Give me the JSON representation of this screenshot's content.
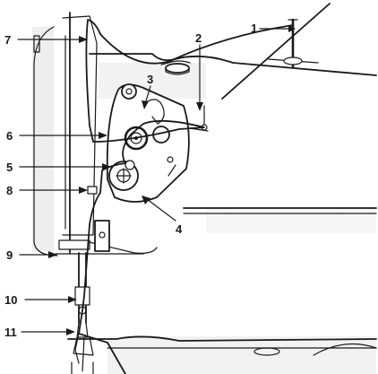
{
  "callouts": [
    {
      "id": "1",
      "label": "1"
    },
    {
      "id": "2",
      "label": "2"
    },
    {
      "id": "3",
      "label": "3"
    },
    {
      "id": "4",
      "label": "4"
    },
    {
      "id": "5",
      "label": "5"
    },
    {
      "id": "6",
      "label": "6"
    },
    {
      "id": "7",
      "label": "7"
    },
    {
      "id": "8",
      "label": "8"
    },
    {
      "id": "9",
      "label": "9"
    },
    {
      "id": "10",
      "label": "10"
    },
    {
      "id": "11",
      "label": "11"
    }
  ],
  "colors": {
    "ink": "#1a1a1a",
    "paper": "#ffffff",
    "shade": "#d9d9d9"
  }
}
